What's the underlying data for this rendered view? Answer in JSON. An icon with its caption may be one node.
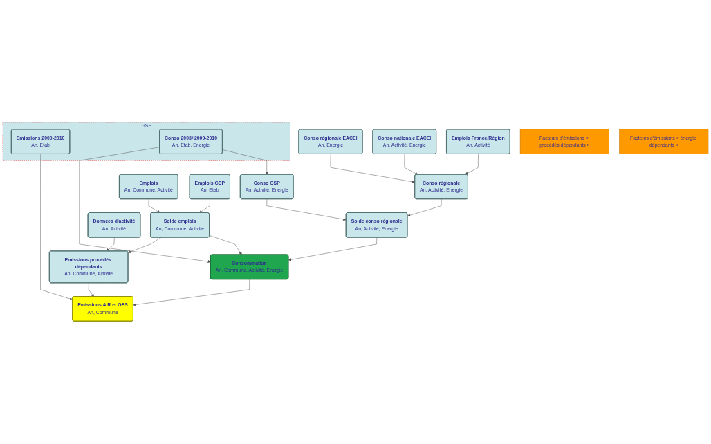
{
  "diagram": {
    "nodes": [
      {
        "text": [
          "GSP"
        ]
      },
      {
        "text": [
          "Emissions 2000-2010",
          "An, Etab"
        ],
        "in": 0
      },
      {
        "text": [
          "Conso 2003+2009-2010",
          "An, Etab, Energie"
        ],
        "in": 0
      },
      {
        "text": [
          "Conso régionale EACEI",
          "An, Energie"
        ]
      },
      {
        "text": [
          "Conso nationale EACEI",
          "An, Activité, Energie"
        ]
      },
      {
        "text": [
          "Emplois France/Région",
          "An, Activité"
        ]
      },
      {
        "text": [
          "Conso GSP",
          "An, Activité, Energie"
        ]
      },
      {
        "text": [
          "Conso régionale",
          "An, Activité, Energie"
        ]
      },
      {
        "text": [
          "Emplois",
          "An, Commune, Activité"
        ]
      },
      {
        "text": [
          "Emplois GSP",
          "An, Etab"
        ]
      },
      {
        "text": [
          "Solde conso régionale",
          "An, Activité, Energie"
        ]
      },
      {
        "text": [
          "Solde emplois",
          "An, Commune, Activité"
        ]
      },
      {
        "text": [
          "Données d'activité",
          "An, Activité"
        ]
      },
      {
        "text": [
          "Facteurs d'émissions « procédés dépendants »"
        ]
      },
      {
        "text": [
          "Consommation",
          "An, Commune, Activité, Energie"
        ]
      },
      {
        "text": [
          "Emissions procédés dépendants",
          "An, Commune, Activité"
        ]
      },
      {
        "text": [
          "Facteurs d'émissions « énergie dépendants »"
        ]
      },
      {
        "text": [
          "Emissions AIR et GES",
          "An, Commune"
        ]
      }
    ],
    "edges": [
      {
        "from": 2,
        "to": 6,
        "arrow": "to"
      },
      {
        "from": 3,
        "to": 7,
        "arrow": "to"
      },
      {
        "from": 4,
        "to": 7,
        "arrow": "to"
      },
      {
        "from": 5,
        "to": 7,
        "arrow": "to"
      },
      {
        "from": 6,
        "to": 10,
        "arrow": "to"
      },
      {
        "from": 7,
        "to": 10,
        "arrow": "to"
      },
      {
        "from": 8,
        "to": 11,
        "arrow": "to"
      },
      {
        "from": 9,
        "to": 11,
        "arrow": "to"
      },
      {
        "from": 10,
        "to": 14,
        "arrow": "to"
      },
      {
        "from": 11,
        "to": 14,
        "arrow": "to"
      },
      {
        "from": 2,
        "to": 14,
        "arrow": "to"
      },
      {
        "from": 11,
        "to": 15,
        "arrow": "to"
      },
      {
        "from": 12,
        "to": 15,
        "arrow": "to"
      },
      {
        "from": 1,
        "to": 17,
        "arrow": "to"
      },
      {
        "from": 14,
        "to": 17,
        "arrow": "to"
      },
      {
        "from": 15,
        "to": 17,
        "arrow": "to"
      }
    ]
  }
}
